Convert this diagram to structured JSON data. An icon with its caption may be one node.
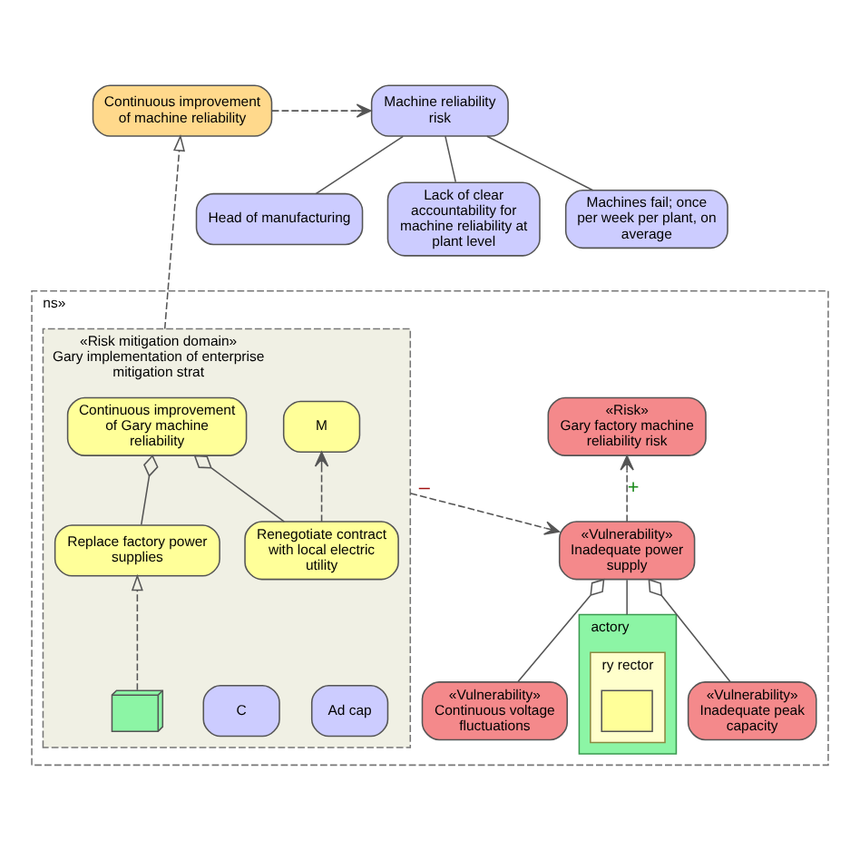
{
  "diagram": {
    "nodes": [
      {
        "text": [
          "Machines fail; once per week per plant, on average"
        ]
      },
      {
        "text": [
          "Head of manufacturing"
        ]
      },
      {
        "text": [
          "Lack of clear accountability for machine reliability at plant level"
        ]
      },
      {
        "text": [
          "Machine reliability risk"
        ]
      },
      {
        "text": [
          "Continuous improvement of machine reliability"
        ]
      },
      {
        "text": [
          "ns»"
        ]
      },
      {
        "text": [
          "«Risk»",
          "Gary factory machine reliability risk"
        ],
        "in": 5
      },
      {
        "text": [
          "«Risk mitigation domain»",
          "Gary implementation of enterprise mitigation strat"
        ],
        "in": 5
      },
      {
        "text": [
          "actory"
        ],
        "in": 5
      },
      {
        "text": [
          "ry rector"
        ],
        "in": 8
      },
      {
        "text": [],
        "shape": "box",
        "in": 9
      },
      {
        "text": [
          "«Vulnerability»",
          "Inadequate power supply"
        ],
        "in": 5
      },
      {
        "text": [
          "Ad cap"
        ],
        "in": 7
      },
      {
        "text": [
          "Renegotiate contract with local electric utility"
        ],
        "in": 7
      },
      {
        "text": [
          "M"
        ],
        "in": 7
      },
      {
        "text": [
          "«Vulnerability»",
          "Continuous voltage fluctuations"
        ],
        "in": 5
      },
      {
        "text": [
          "«Vulnerability»",
          "Inadequate peak capacity"
        ],
        "in": 5
      },
      {
        "text": [
          "Continuous improvement of Gary machine reliability"
        ],
        "in": 7
      },
      {
        "text": [
          "C"
        ],
        "in": 7
      },
      {
        "text": [
          "Replace factory power supplies"
        ],
        "in": 7
      },
      {
        "text": [],
        "shape": "cube",
        "in": 7
      }
    ],
    "edges": [
      {
        "from": 0,
        "to": 3,
        "arrow": "none"
      },
      {
        "from": 1,
        "to": 3,
        "arrow": "none"
      },
      {
        "from": 2,
        "to": 3,
        "arrow": "none"
      },
      {
        "from": 4,
        "to": 3,
        "arrow": "to",
        "style": "dashed"
      },
      {
        "from": 7,
        "to": 4,
        "arrow": "to",
        "style": "dashed"
      },
      {
        "from": 11,
        "to": 6,
        "arrow": "to",
        "style": "dashed",
        "label": "+"
      },
      {
        "from": 7,
        "to": 11,
        "arrow": "to",
        "style": "dashed",
        "label": "–"
      },
      {
        "from": 8,
        "to": 11,
        "arrow": "none"
      },
      {
        "from": 15,
        "to": 11,
        "arrow": "other"
      },
      {
        "from": 16,
        "to": 11,
        "arrow": "other"
      },
      {
        "from": 13,
        "to": 14,
        "arrow": "to",
        "style": "dashed"
      },
      {
        "from": 13,
        "to": 17,
        "arrow": "other"
      },
      {
        "from": 19,
        "to": 17,
        "arrow": "other"
      },
      {
        "from": 20,
        "to": 19,
        "arrow": "to",
        "style": "dashed"
      }
    ]
  }
}
